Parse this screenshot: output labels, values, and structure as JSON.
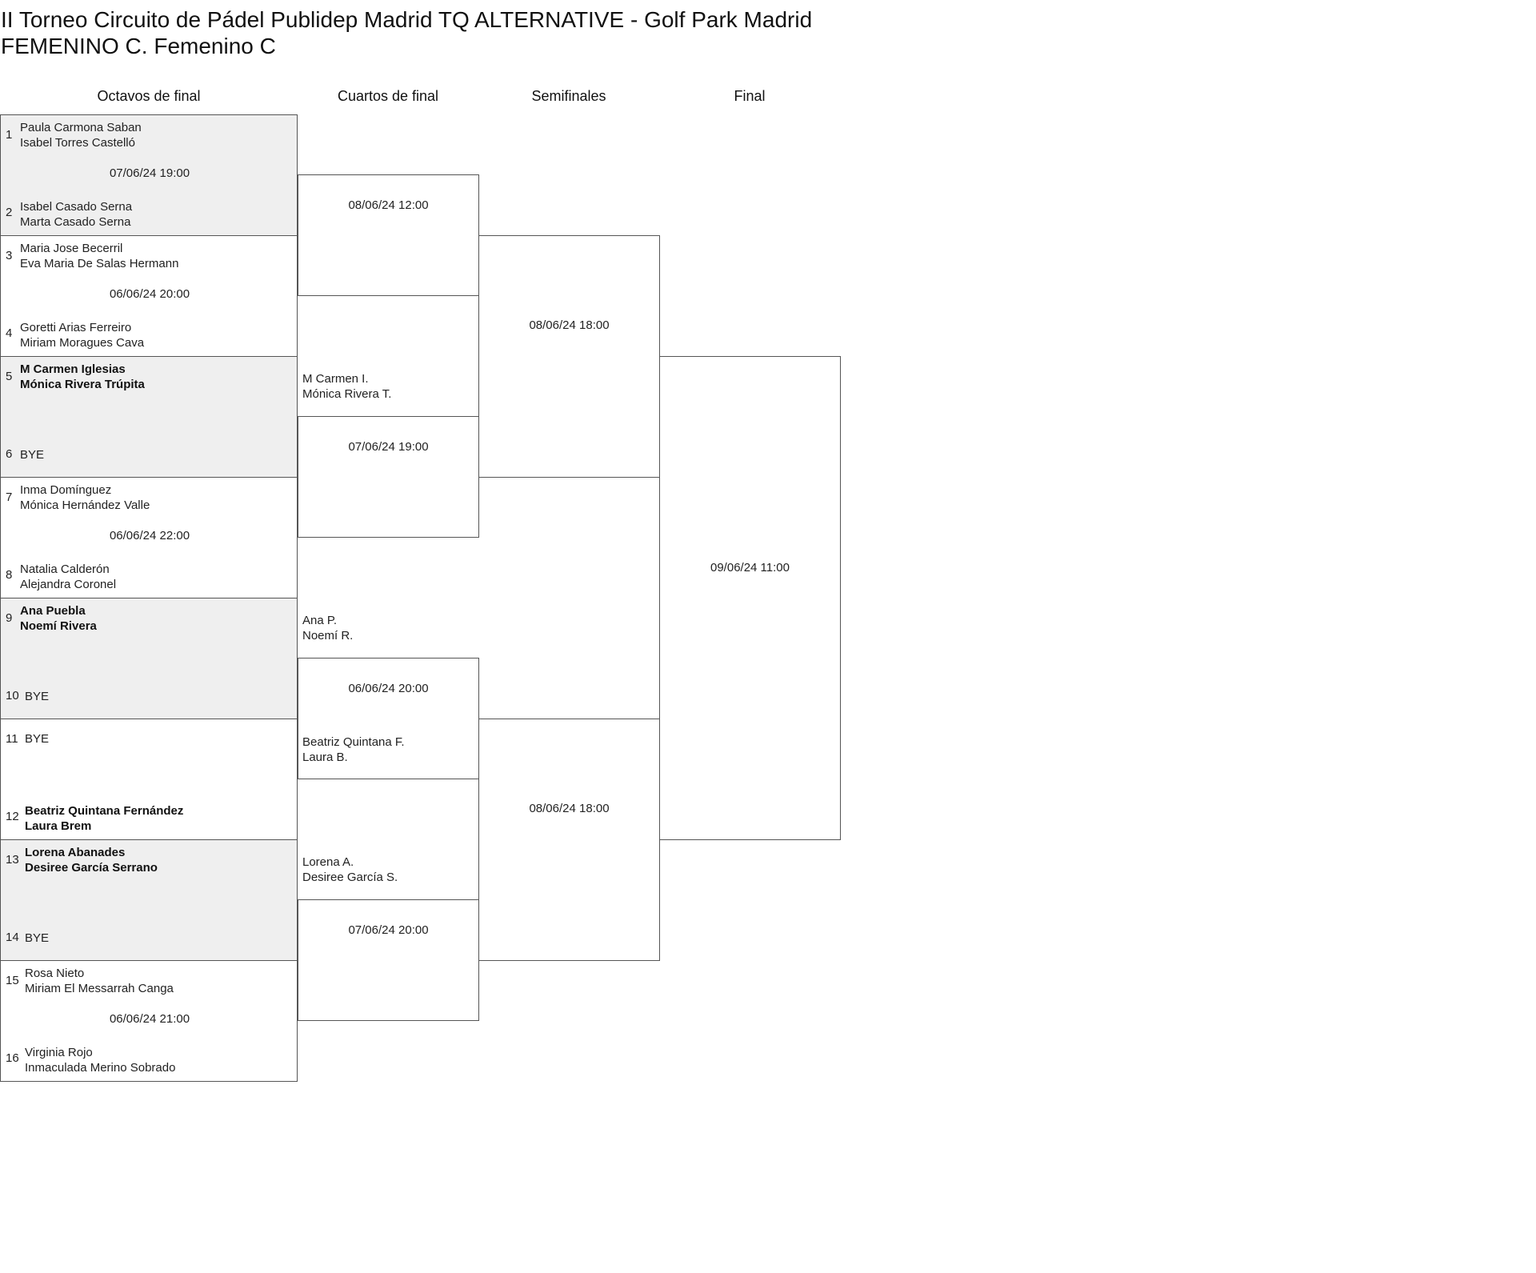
{
  "header": {
    "title_line1": "II Torneo Circuito de Pádel Publidep Madrid TQ ALTERNATIVE - Golf Park Madrid",
    "title_line2": "FEMENINO C. Femenino C"
  },
  "rounds": [
    "Octavos de final",
    "Cuartos de final",
    "Semifinales",
    "Final"
  ],
  "octavos": [
    {
      "date": "07/06/24 19:00",
      "shaded": true,
      "a": {
        "seed": "1",
        "players": [
          "Paula Carmona Saban",
          "Isabel Torres Castelló"
        ],
        "winner": false
      },
      "b": {
        "seed": "2",
        "players": [
          "Isabel Casado Serna",
          "Marta Casado Serna"
        ],
        "winner": false
      }
    },
    {
      "date": "06/06/24 20:00",
      "shaded": false,
      "a": {
        "seed": "3",
        "players": [
          "Maria Jose Becerril",
          "Eva Maria De Salas Hermann"
        ],
        "winner": false
      },
      "b": {
        "seed": "4",
        "players": [
          "Goretti Arias Ferreiro",
          "Miriam Moragues Cava"
        ],
        "winner": false
      }
    },
    {
      "date": "",
      "shaded": true,
      "a": {
        "seed": "5",
        "players": [
          "M Carmen Iglesias",
          "Mónica Rivera Trúpita"
        ],
        "winner": true
      },
      "b": {
        "seed": "6",
        "players": [
          "BYE"
        ],
        "winner": false
      }
    },
    {
      "date": "06/06/24 22:00",
      "shaded": false,
      "a": {
        "seed": "7",
        "players": [
          "Inma Domínguez",
          "Mónica Hernández Valle"
        ],
        "winner": false
      },
      "b": {
        "seed": "8",
        "players": [
          "Natalia Calderón",
          "Alejandra Coronel"
        ],
        "winner": false
      }
    },
    {
      "date": "",
      "shaded": true,
      "a": {
        "seed": "9",
        "players": [
          "Ana Puebla",
          "Noemí Rivera"
        ],
        "winner": true
      },
      "b": {
        "seed": "10",
        "players": [
          "BYE"
        ],
        "winner": false
      }
    },
    {
      "date": "",
      "shaded": false,
      "a": {
        "seed": "11",
        "players": [
          "BYE"
        ],
        "winner": false
      },
      "b": {
        "seed": "12",
        "players": [
          "Beatriz Quintana Fernández",
          "Laura Brem"
        ],
        "winner": true
      }
    },
    {
      "date": "",
      "shaded": true,
      "a": {
        "seed": "13",
        "players": [
          "Lorena Abanades",
          "Desiree García Serrano"
        ],
        "winner": true
      },
      "b": {
        "seed": "14",
        "players": [
          "BYE"
        ],
        "winner": false
      }
    },
    {
      "date": "06/06/24 21:00",
      "shaded": false,
      "a": {
        "seed": "15",
        "players": [
          "Rosa Nieto",
          "Miriam El Messarrah Canga"
        ],
        "winner": false
      },
      "b": {
        "seed": "16",
        "players": [
          "Virginia Rojo",
          "Inmaculada Merino Sobrado"
        ],
        "winner": false
      }
    }
  ],
  "cuartos": [
    {
      "date": "08/06/24 12:00",
      "top": [],
      "bottom": []
    },
    {
      "date": "07/06/24 19:00",
      "top": [
        "M Carmen I.",
        "Mónica Rivera T."
      ],
      "bottom": []
    },
    {
      "date": "06/06/24 20:00",
      "top": [
        "Ana P.",
        "Noemí R."
      ],
      "bottom": [
        "Beatriz Quintana F.",
        "Laura B."
      ]
    },
    {
      "date": "07/06/24 20:00",
      "top": [
        "Lorena A.",
        "Desiree García S."
      ],
      "bottom": []
    }
  ],
  "semis": [
    {
      "date": "08/06/24 18:00"
    },
    {
      "date": "08/06/24 18:00"
    }
  ],
  "final": {
    "date": "09/06/24 11:00"
  }
}
